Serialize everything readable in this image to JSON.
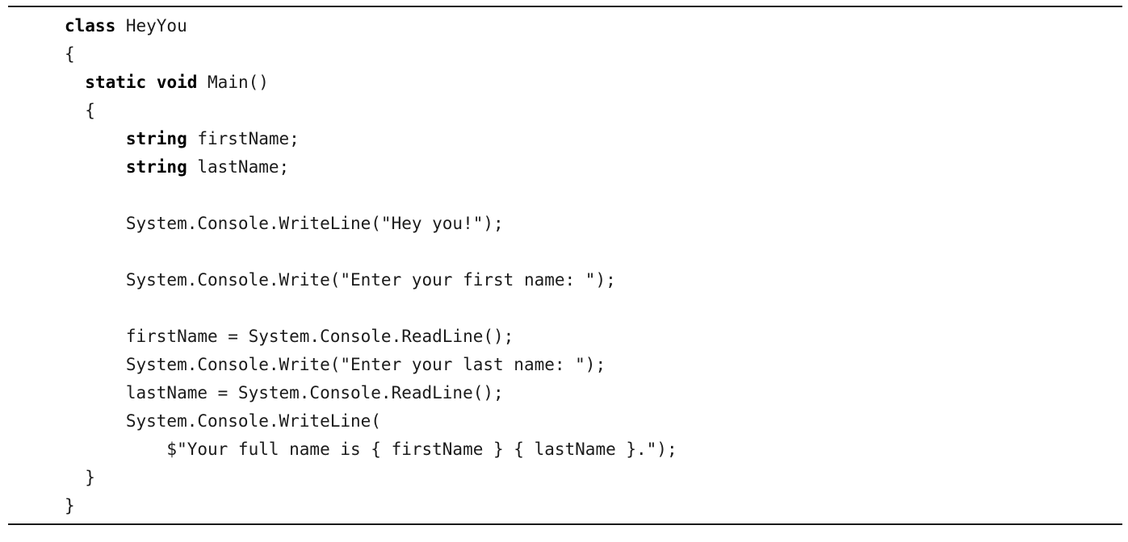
{
  "listing": {
    "language": "csharp",
    "class_name": "HeyYou",
    "text_color": "#1b1b1b",
    "keyword_color": "#000000",
    "rule_color": "#1a1a1a",
    "lines": [
      {
        "segments": [
          {
            "t": "class",
            "kw": true
          },
          {
            "t": " HeyYou",
            "kw": false
          }
        ]
      },
      {
        "segments": [
          {
            "t": "{",
            "kw": false
          }
        ]
      },
      {
        "segments": [
          {
            "t": "  ",
            "kw": false
          },
          {
            "t": "static",
            "kw": true
          },
          {
            "t": " ",
            "kw": false
          },
          {
            "t": "void",
            "kw": true
          },
          {
            "t": " Main()",
            "kw": false
          }
        ]
      },
      {
        "segments": [
          {
            "t": "  {",
            "kw": false
          }
        ]
      },
      {
        "segments": [
          {
            "t": "      ",
            "kw": false
          },
          {
            "t": "string",
            "kw": true
          },
          {
            "t": " firstName;",
            "kw": false
          }
        ]
      },
      {
        "segments": [
          {
            "t": "      ",
            "kw": false
          },
          {
            "t": "string",
            "kw": true
          },
          {
            "t": " lastName;",
            "kw": false
          }
        ]
      },
      {
        "segments": []
      },
      {
        "segments": [
          {
            "t": "      System.Console.WriteLine(\"Hey you!\");",
            "kw": false
          }
        ]
      },
      {
        "segments": []
      },
      {
        "segments": [
          {
            "t": "      System.Console.Write(\"Enter your first name: \");",
            "kw": false
          }
        ]
      },
      {
        "segments": []
      },
      {
        "segments": [
          {
            "t": "      firstName = System.Console.ReadLine();",
            "kw": false
          }
        ]
      },
      {
        "segments": [
          {
            "t": "      System.Console.Write(\"Enter your last name: \");",
            "kw": false
          }
        ]
      },
      {
        "segments": [
          {
            "t": "      lastName = System.Console.ReadLine();",
            "kw": false
          }
        ]
      },
      {
        "segments": [
          {
            "t": "      System.Console.WriteLine(",
            "kw": false
          }
        ]
      },
      {
        "segments": [
          {
            "t": "          $\"Your full name is { firstName } { lastName }.\");",
            "kw": false
          }
        ]
      },
      {
        "segments": [
          {
            "t": "  }",
            "kw": false
          }
        ]
      },
      {
        "segments": [
          {
            "t": "}",
            "kw": false
          }
        ]
      }
    ]
  }
}
